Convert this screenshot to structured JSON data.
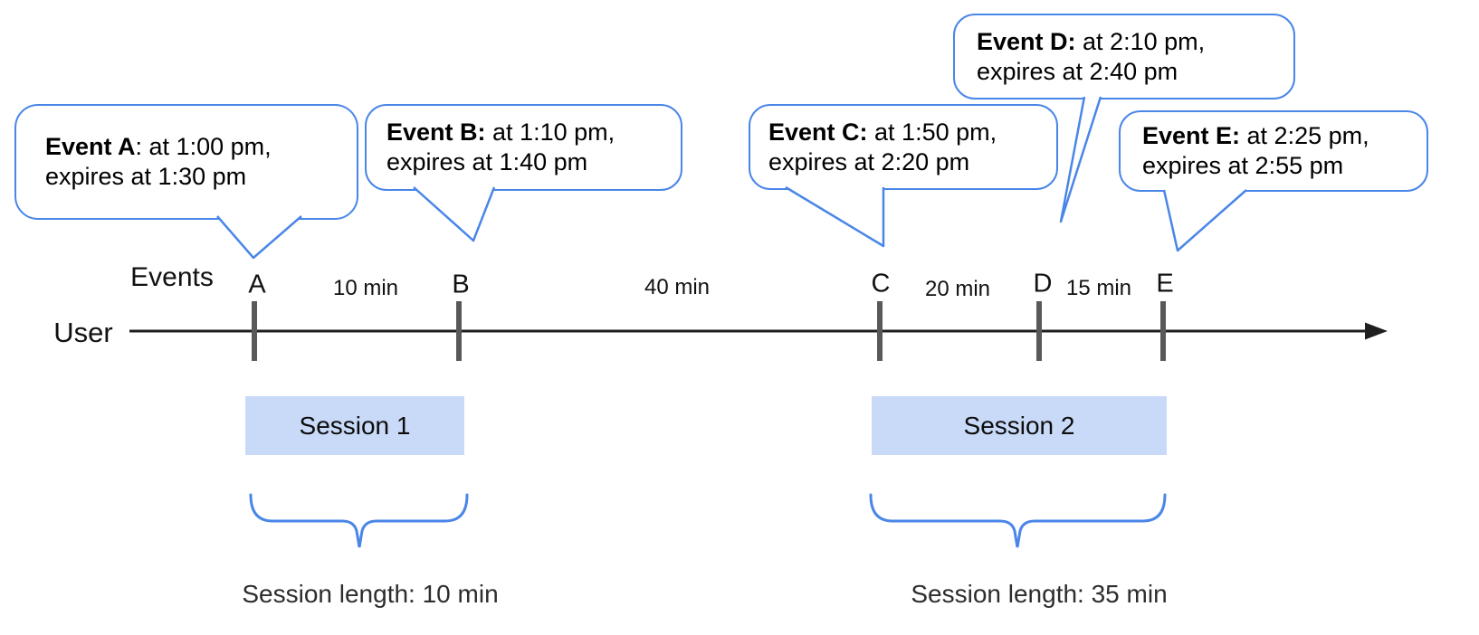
{
  "colors": {
    "accent_blue": "#4a86e8",
    "session_fill": "#c9daf8",
    "tick_gray": "#595959",
    "line_color": "#1f1f1f"
  },
  "timeline": {
    "user_label": "User",
    "events_label": "Events",
    "events": [
      {
        "label": "A",
        "bubble_bold": "Event A",
        "bubble_mid": ": at 1:00 pm,",
        "bubble_line2": "expires at 1:30 pm"
      },
      {
        "label": "B",
        "bubble_bold": "Event B:",
        "bubble_mid": " at 1:10 pm,",
        "bubble_line2": "expires at 1:40 pm"
      },
      {
        "label": "C",
        "bubble_bold": "Event C:",
        "bubble_mid": " at 1:50 pm,",
        "bubble_line2": "expires at 2:20 pm"
      },
      {
        "label": "D",
        "bubble_bold": "Event D:",
        "bubble_mid": " at 2:10 pm,",
        "bubble_line2": "expires at 2:40 pm"
      },
      {
        "label": "E",
        "bubble_bold": "Event E:",
        "bubble_mid": " at 2:25 pm,",
        "bubble_line2": "expires at 2:55 pm"
      }
    ],
    "gaps": [
      {
        "label": "10 min"
      },
      {
        "label": "40 min"
      },
      {
        "label": "20 min"
      },
      {
        "label": "15 min"
      }
    ]
  },
  "sessions": [
    {
      "label": "Session 1",
      "length_label": "Session length: 10 min"
    },
    {
      "label": "Session 2",
      "length_label": "Session length: 35 min"
    }
  ]
}
